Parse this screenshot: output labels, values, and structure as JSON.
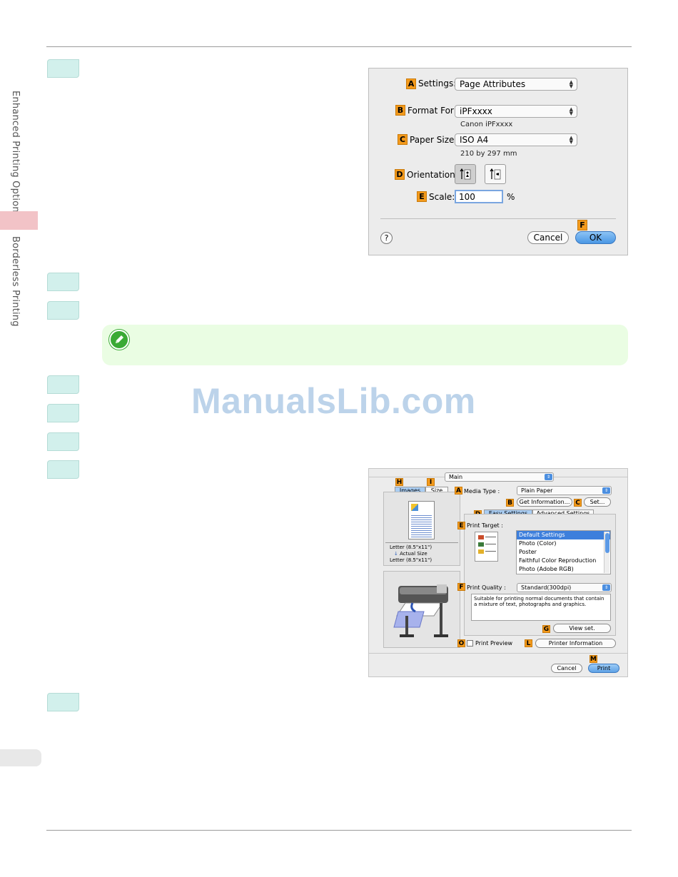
{
  "sidebar": {
    "section_label": "Enhanced Printing Options",
    "chapter_label": "Borderless Printing"
  },
  "watermark": "ManualsLib.com",
  "page_setup_dialog": {
    "settings": {
      "marker": "A",
      "label": "Settings:",
      "value": "Page Attributes"
    },
    "format_for": {
      "marker": "B",
      "label": "Format For:",
      "value": "iPFxxxx",
      "sub": "Canon iPFxxxx"
    },
    "paper_size": {
      "marker": "C",
      "label": "Paper Size:",
      "value": "ISO A4",
      "sub": "210 by 297 mm"
    },
    "orientation": {
      "marker": "D",
      "label": "Orientation:"
    },
    "scale": {
      "marker": "E",
      "label": "Scale:",
      "value": "100",
      "unit": "%"
    },
    "help_label": "?",
    "cancel_label": "Cancel",
    "ok_marker": "F",
    "ok_label": "OK"
  },
  "print_dialog": {
    "panel_select": "Main",
    "tab_h_marker": "H",
    "tab_i_marker": "I",
    "tab_images": "Images",
    "tab_size": "Size",
    "media_type": {
      "marker": "A",
      "label": "Media Type :",
      "value": "Plain Paper"
    },
    "get_info": {
      "marker": "B",
      "label": "Get Information..."
    },
    "set_btn": {
      "marker": "C",
      "label": "Set..."
    },
    "mode_marker": "D",
    "easy_settings": "Easy Settings",
    "advanced_settings": "Advanced Settings",
    "print_target": {
      "marker": "E",
      "label": "Print Target :",
      "items": [
        "Default Settings",
        "Photo (Color)",
        "Poster",
        "Faithful Color Reproduction",
        "Photo (Adobe RGB)"
      ]
    },
    "print_quality": {
      "marker": "F",
      "label": "Print Quality :",
      "value": "Standard(300dpi)",
      "description": "Suitable for printing normal documents that contain a mixture of text, photographs and graphics."
    },
    "view_set": {
      "marker": "G",
      "label": "View set."
    },
    "print_preview": {
      "marker": "O",
      "label": "Print Preview"
    },
    "printer_info": {
      "marker": "L",
      "label": "Printer Information"
    },
    "page_info": {
      "line1": "Letter (8.5\"x11\")",
      "line2": "Actual Size",
      "line3": "Letter (8.5\"x11\")"
    },
    "cancel_label": "Cancel",
    "print_marker": "M",
    "print_label": "Print"
  },
  "colors": {
    "step_tab": "#d2f0ec",
    "note_bg": "#eafde3",
    "note_icon": "#3aaa35",
    "marker": "#f39a1c",
    "side_tab": "#f2c3c7"
  }
}
